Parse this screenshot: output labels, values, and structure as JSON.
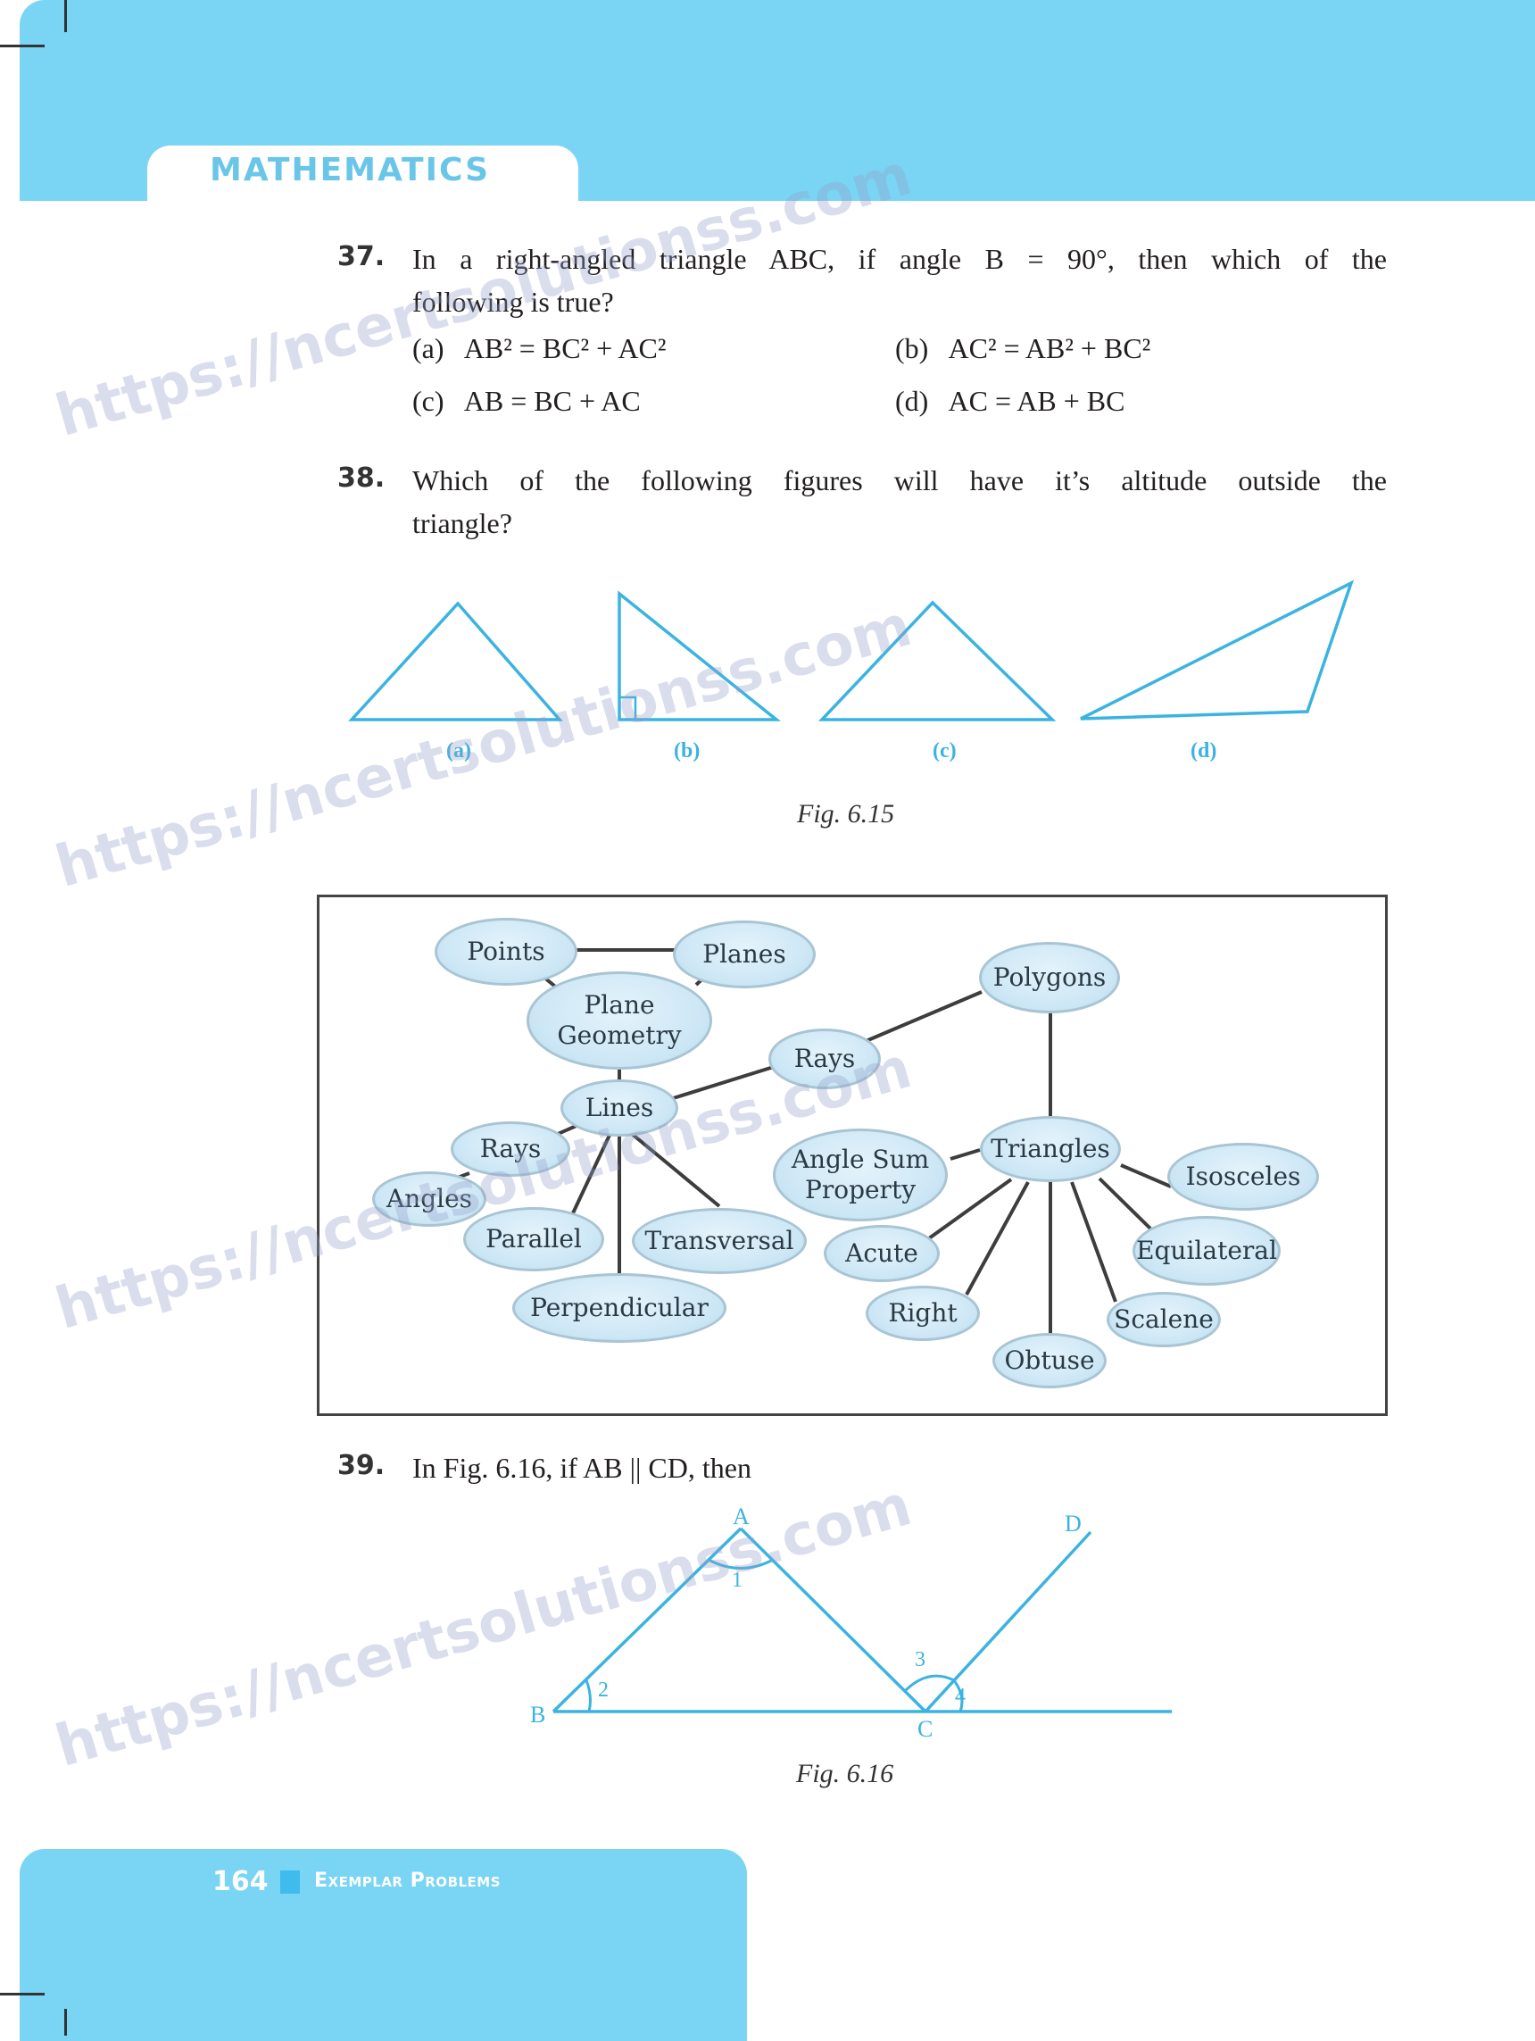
{
  "header": {
    "subject": "MATHEMATICS"
  },
  "questions": [
    {
      "number": "37.",
      "text": "In a right-angled triangle ABC, if angle  B = 90°, then which of the following is true?",
      "line1": "In a right-angled triangle ABC, if angle  B = 90°, then which of the",
      "line2": "following is true?",
      "options": [
        {
          "label": "(a)",
          "text": "AB² = BC² + AC²"
        },
        {
          "label": "(b)",
          "text": "AC² = AB² + BC²"
        },
        {
          "label": "(c)",
          "text": "AB = BC + AC"
        },
        {
          "label": "(d)",
          "text": "AC = AB + BC"
        }
      ]
    },
    {
      "number": "38.",
      "line1": "Which of the following figures will have it’s altitude outside the",
      "line2": "triangle?",
      "figure": {
        "caption": "Fig. 6.15",
        "labels": [
          "(a)",
          "(b)",
          "(c)",
          "(d)"
        ]
      }
    },
    {
      "number": "39.",
      "line1": "In Fig. 6.16, if AB || CD, then",
      "figure": {
        "caption": "Fig. 6.16",
        "points": {
          "A": "A",
          "B": "B",
          "C": "C",
          "D": "D"
        },
        "angles": [
          "1",
          "2",
          "3",
          "4"
        ]
      }
    }
  ],
  "concept_map": {
    "nodes": [
      {
        "id": "points",
        "label": "Points"
      },
      {
        "id": "planes",
        "label": "Planes"
      },
      {
        "id": "plane_geometry",
        "label": "Plane\nGeometry"
      },
      {
        "id": "polygons",
        "label": "Polygons"
      },
      {
        "id": "rays_mid",
        "label": "Rays"
      },
      {
        "id": "lines",
        "label": "Lines"
      },
      {
        "id": "rays_left",
        "label": "Rays"
      },
      {
        "id": "angles",
        "label": "Angles"
      },
      {
        "id": "parallel",
        "label": "Parallel"
      },
      {
        "id": "transversal",
        "label": "Transversal"
      },
      {
        "id": "perpendicular",
        "label": "Perpendicular"
      },
      {
        "id": "angle_sum",
        "label": "Angle Sum\nProperty"
      },
      {
        "id": "triangles",
        "label": "Triangles"
      },
      {
        "id": "isosceles",
        "label": "Isosceles"
      },
      {
        "id": "acute",
        "label": "Acute"
      },
      {
        "id": "equilateral",
        "label": "Equilateral"
      },
      {
        "id": "right",
        "label": "Right"
      },
      {
        "id": "scalene",
        "label": "Scalene"
      },
      {
        "id": "obtuse",
        "label": "Obtuse"
      }
    ]
  },
  "footer": {
    "page_number": "164",
    "book_title": "Exemplar Problems"
  },
  "watermarks": [
    "https://ncertsolutionss.com",
    "https://ncertsolutionss.com",
    "https://ncertsolutionss.com",
    "https://ncertsolutionss.com"
  ],
  "colors": {
    "header_blue": "#7ad4f3",
    "figure_cyan": "#3bb3e0",
    "node_fill": "#cfe8f6"
  }
}
